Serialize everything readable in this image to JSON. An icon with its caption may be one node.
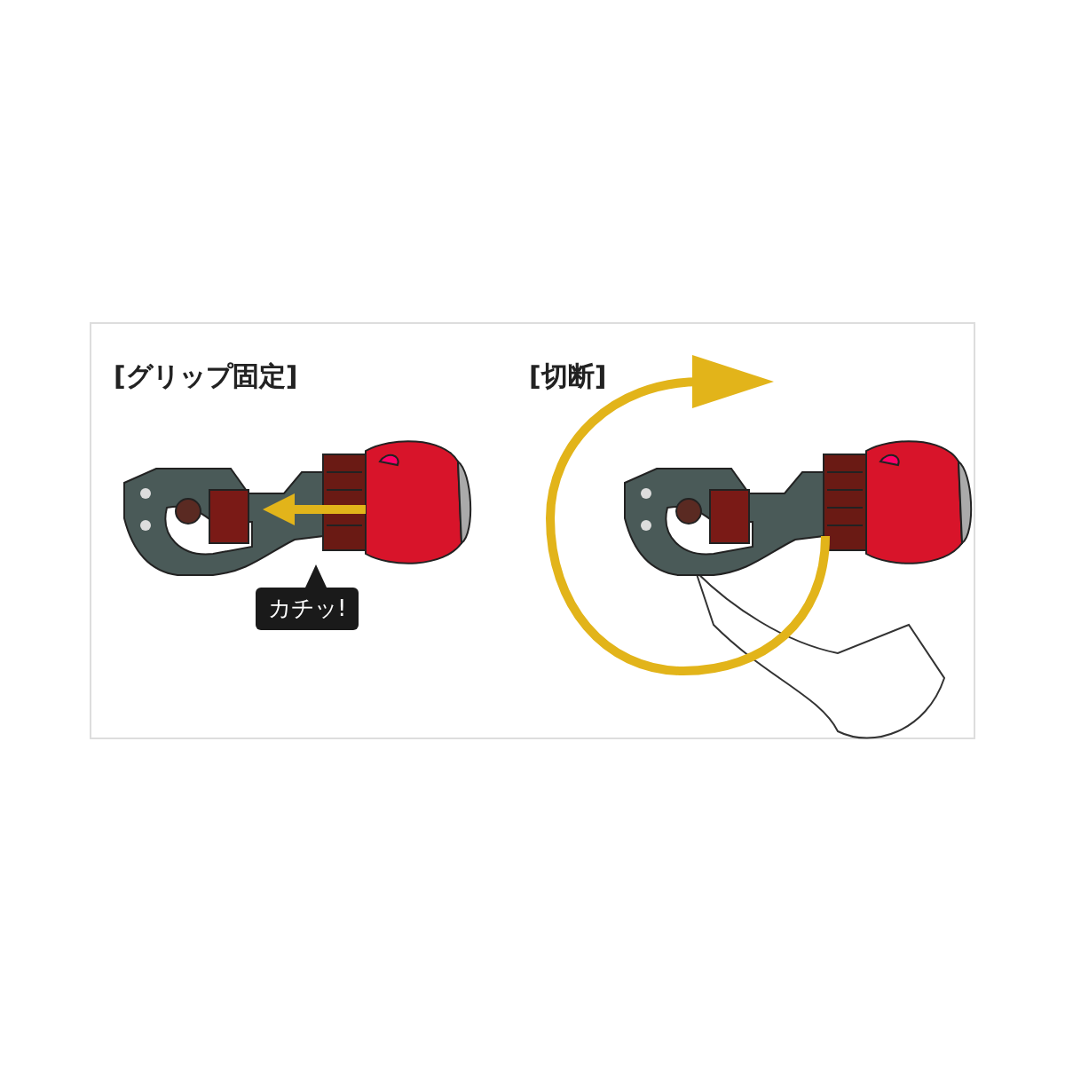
{
  "diagram": {
    "nodes": [
      {
        "text": [
          "カチッ!"
        ]
      }
    ],
    "labels": [
      "[グリップ固定]",
      "[切断]"
    ]
  }
}
